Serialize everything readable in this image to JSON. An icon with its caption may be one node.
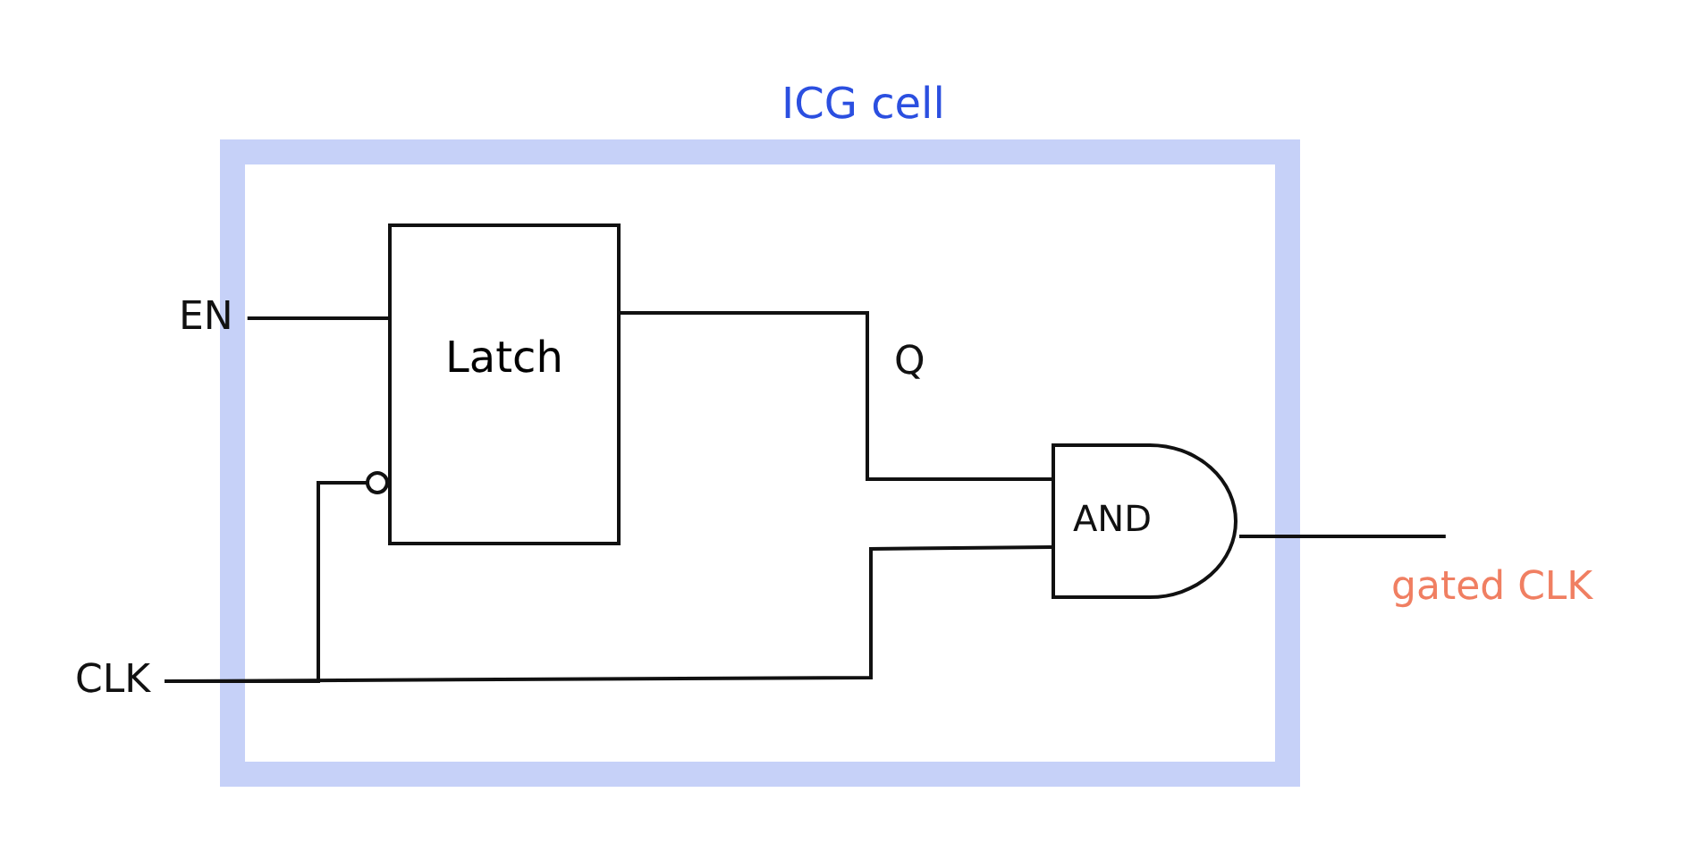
{
  "diagram": {
    "nodes": [
      {
        "text": [
          "ICG cell"
        ]
      },
      {
        "text": [
          "Latch"
        ],
        "in": 0
      },
      {
        "text": [
          "AND"
        ],
        "in": 0
      },
      {
        "text": [
          "EN"
        ]
      },
      {
        "text": [
          "CLK"
        ]
      },
      {
        "text": [
          "gated CLK"
        ]
      }
    ],
    "edges": [
      {
        "from": 3,
        "to": 1,
        "arrow": "none"
      },
      {
        "from": 1,
        "to": 2,
        "arrow": "none",
        "label": "Q"
      },
      {
        "from": 4,
        "to": 2,
        "arrow": "none"
      },
      {
        "from": 4,
        "to": 1,
        "arrow": "other"
      },
      {
        "from": 2,
        "to": 5,
        "arrow": "none"
      }
    ]
  }
}
